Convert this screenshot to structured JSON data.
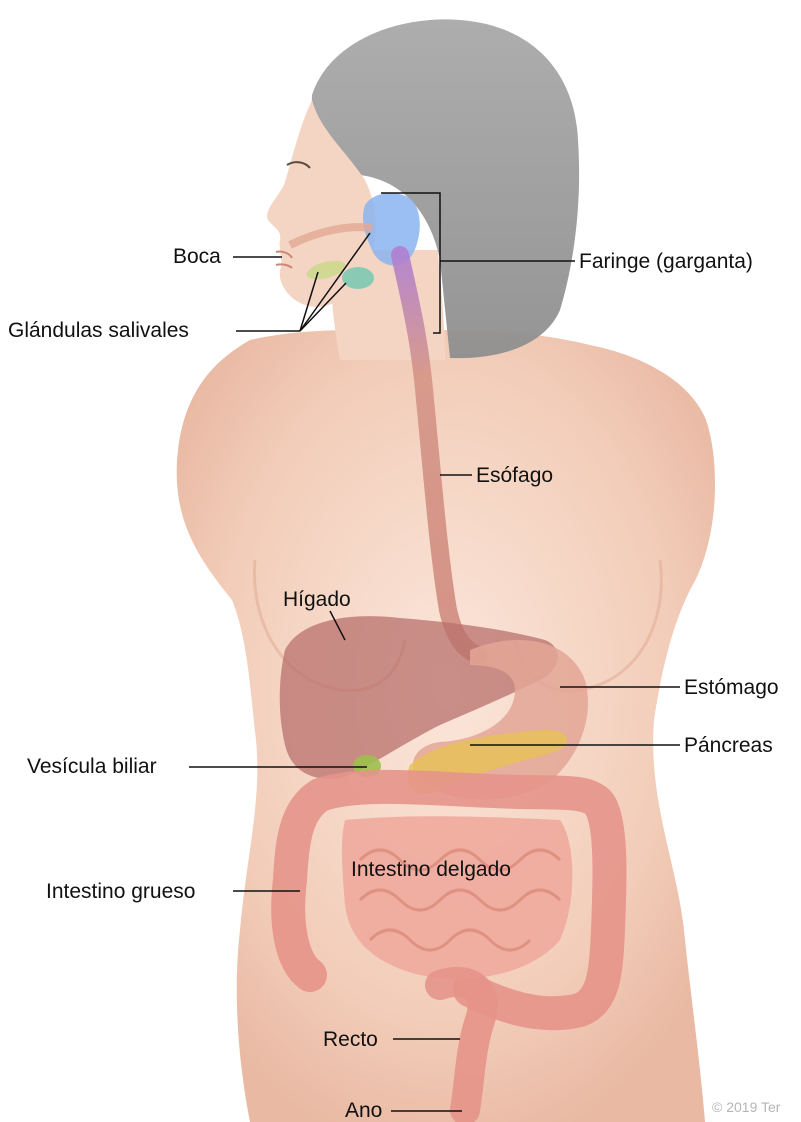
{
  "labels": {
    "boca": "Boca",
    "glandulas": "Glándulas salivales",
    "faringe": "Faringe (garganta)",
    "esofago": "Esófago",
    "higado": "Hígado",
    "estomago": "Estómago",
    "pancreas": "Páncreas",
    "vesicula": "Vesícula biliar",
    "intestino_delgado": "Intestino delgado",
    "intestino_grueso": "Intestino grueso",
    "recto": "Recto",
    "ano": "Ano"
  },
  "copyright": "© 2019 Ter",
  "colors": {
    "skin": "#f2c9b3",
    "hair": "#9c9c9c",
    "liver": "#b8706c",
    "stomach": "#e3a695",
    "intestine": "#e59a8c",
    "pancreas": "#e7c15a",
    "salivary": "#9fd3b0",
    "pharynx": "#8ab4f0",
    "esophagus": "#d49486"
  }
}
